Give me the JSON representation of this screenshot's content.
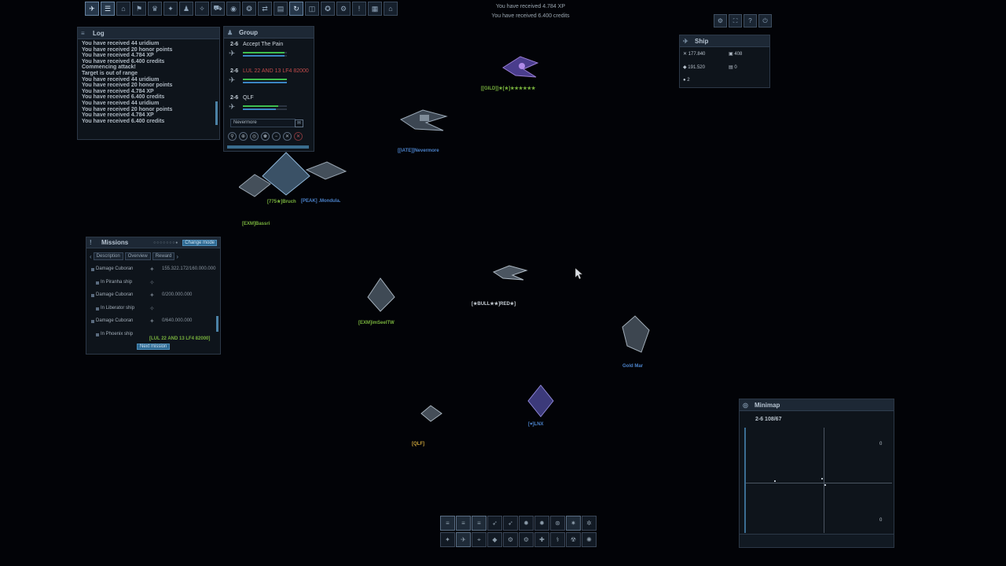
{
  "toolbar": {
    "buttons": [
      "ship-icon",
      "menu-icon",
      "hangar-icon",
      "clan-icon",
      "trophy-icon",
      "skill-icon",
      "user-icon",
      "galaxy-icon",
      "shop-icon",
      "booster-icon",
      "quest-icon",
      "chat-icon",
      "ranking-icon",
      "refresh-icon",
      "pet-icon",
      "achievement-icon",
      "assembly-icon",
      "info-icon",
      "hangar-ship-icon"
    ]
  },
  "notifications": [
    "You have received 4.784 XP",
    "You have received 6.400 credits"
  ],
  "right_buttons": [
    "settings-icon",
    "fullscreen-icon",
    "help-icon",
    "logout-icon"
  ],
  "log": {
    "title": "Log",
    "lines": [
      "You have received 44 uridium",
      "You have received 20 honor points",
      "You have received 4.784 XP",
      "You have received 6.400 credits",
      "Commencing attack!",
      "Target is out of range",
      "You have received 44 uridium",
      "You have received 20 honor points",
      "You have received 4.784 XP",
      "You have received 6.400 credits",
      "You have received 44 uridium",
      "You have received 20 honor points",
      "You have received 4.784 XP",
      "You have received 6.400 credits"
    ]
  },
  "group": {
    "title": "Group",
    "members": [
      {
        "level": "2-6",
        "name": "Accept The Pain",
        "hp": 0.95,
        "shield": 0.95,
        "name_color": "#cfd7df"
      },
      {
        "level": "2-6",
        "name": "LUL 22 AND 13 LF4 82000",
        "hp": 1.0,
        "shield": 1.0,
        "name_color": "#c24b4b"
      },
      {
        "level": "2-6",
        "name": "QLF",
        "hp": 0.8,
        "shield": 0.75,
        "name_color": "#cfd7df"
      }
    ],
    "input_value": "Nevermore"
  },
  "missions": {
    "title": "Missions",
    "change_mode": "Change mode",
    "tabs": [
      "Description",
      "Overview",
      "Reward"
    ],
    "rows": [
      {
        "label": "Damage Cuboran",
        "value": "155.322.172/160.000.000",
        "sub": false
      },
      {
        "label": "In Piranha ship",
        "value": "",
        "sub": true
      },
      {
        "label": "Damage Cuboran",
        "value": "0/200.000.000",
        "sub": false
      },
      {
        "label": "In Liberator ship",
        "value": "",
        "sub": true
      },
      {
        "label": "Damage Cuboran",
        "value": "0/640.000.000",
        "sub": false
      },
      {
        "label": "In Phoenix ship",
        "value": "",
        "sub": true
      }
    ],
    "next": "Next mission"
  },
  "ship_info": {
    "title": "Ship",
    "stats": [
      {
        "icon": "crosshair-icon",
        "value": "177.840"
      },
      {
        "icon": "cargo-icon",
        "value": "408"
      },
      {
        "icon": "uridium-icon",
        "value": "191.520"
      },
      {
        "icon": "ammo-icon",
        "value": "0"
      },
      {
        "icon": "gem-icon",
        "value": "2"
      }
    ]
  },
  "minimap": {
    "title": "Minimap",
    "info": "2-6  108/67",
    "corner_top": "0",
    "corner_bottom": "0"
  },
  "world_tags": [
    {
      "text": "[[GILD]]★[★]★★★★★★",
      "color": "green"
    },
    {
      "text": "[[IATE]]Nevermore",
      "color": "blue"
    },
    {
      "text": "[775★]Bruch",
      "color": "green"
    },
    {
      "text": "[PEAK] .Mondula.",
      "color": "blue"
    },
    {
      "text": "[EXM]Bassri",
      "color": "green"
    },
    {
      "text": "[EXM]imSeelTW",
      "color": "green"
    },
    {
      "text": "[★BULL★★]RED★]",
      "color": "white"
    },
    {
      "text": "Gold Mar",
      "color": "blue"
    },
    {
      "text": "[♥]LNX",
      "color": "blue"
    },
    {
      "text": "[QLF]",
      "color": "yellow"
    },
    {
      "text": "[LUL 22 AND 13 LF4 82000]",
      "color": "green"
    }
  ],
  "quickbar": {
    "row1": [
      "laser-icon",
      "laser-icon",
      "laser-icon",
      "rocket-icon",
      "rocket-icon",
      "mine-icon",
      "mine-icon",
      "emp-icon",
      "smb-icon",
      "isha-icon",
      "extra-icon"
    ],
    "row2": [
      "formation-icon",
      "ship-icon",
      "drone-icon",
      "pet-icon",
      "tech-icon",
      "tech-icon",
      "ability-icon",
      "ability-icon",
      "ability-icon",
      "ability-icon",
      "ability-icon"
    ]
  }
}
